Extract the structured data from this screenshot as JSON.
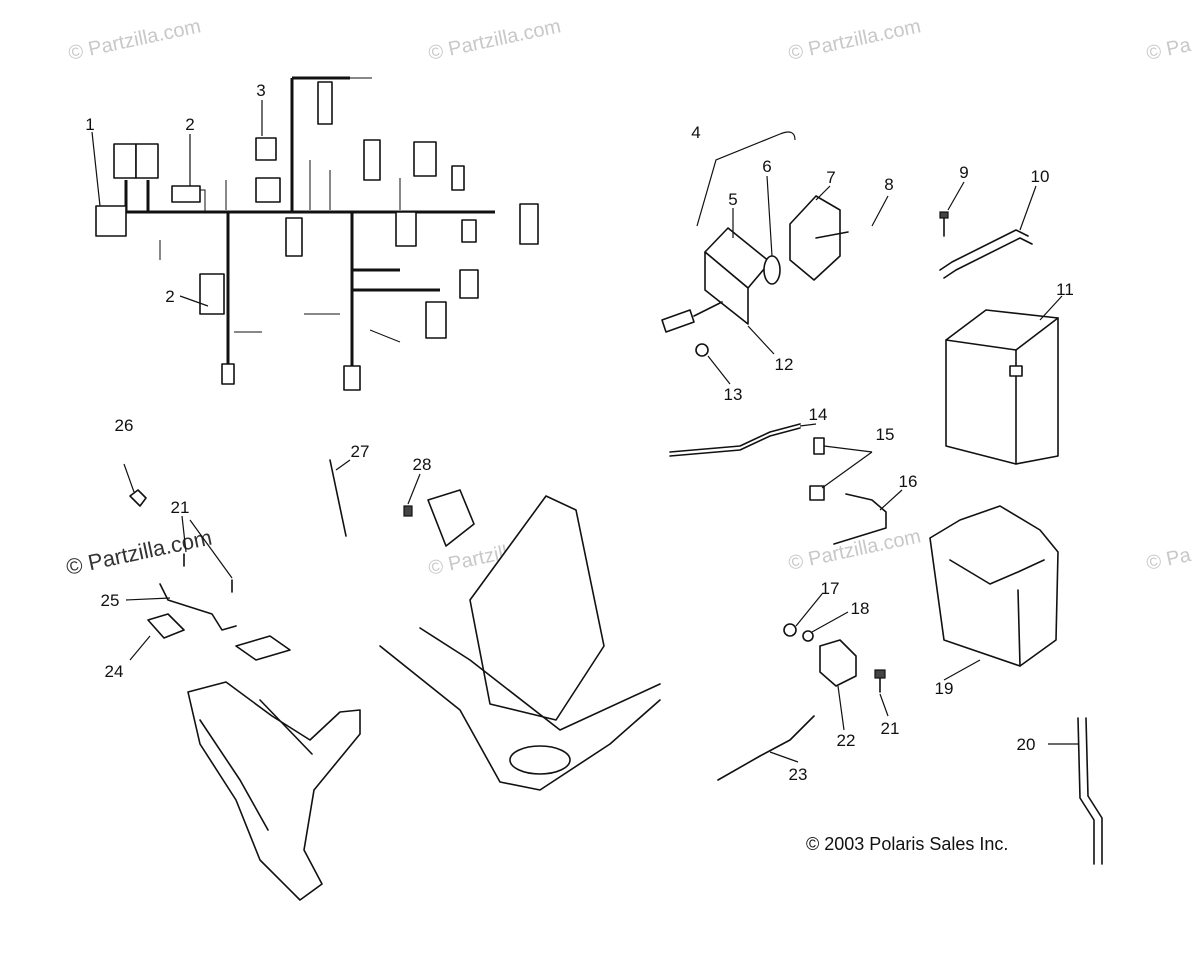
{
  "watermarks": [
    "© Partzilla.com",
    "© Partzilla.com",
    "© Partzilla.com",
    "© Pa",
    "© Partzilla.com",
    "© Partzilla.com",
    "© Partzilla.com",
    "© Pa"
  ],
  "copyright": "© 2003 Polaris Sales Inc.",
  "callouts": [
    {
      "id": "c1",
      "text": "1"
    },
    {
      "id": "c2a",
      "text": "2"
    },
    {
      "id": "c2b",
      "text": "2"
    },
    {
      "id": "c3",
      "text": "3"
    },
    {
      "id": "c4",
      "text": "4"
    },
    {
      "id": "c5",
      "text": "5"
    },
    {
      "id": "c6",
      "text": "6"
    },
    {
      "id": "c7",
      "text": "7"
    },
    {
      "id": "c8",
      "text": "8"
    },
    {
      "id": "c9",
      "text": "9"
    },
    {
      "id": "c10",
      "text": "10"
    },
    {
      "id": "c11",
      "text": "11"
    },
    {
      "id": "c12",
      "text": "12"
    },
    {
      "id": "c13",
      "text": "13"
    },
    {
      "id": "c14",
      "text": "14"
    },
    {
      "id": "c15",
      "text": "15"
    },
    {
      "id": "c16",
      "text": "16"
    },
    {
      "id": "c17",
      "text": "17"
    },
    {
      "id": "c18",
      "text": "18"
    },
    {
      "id": "c19",
      "text": "19"
    },
    {
      "id": "c20",
      "text": "20"
    },
    {
      "id": "c21a",
      "text": "21"
    },
    {
      "id": "c21b",
      "text": "21"
    },
    {
      "id": "c22",
      "text": "22"
    },
    {
      "id": "c23",
      "text": "23"
    },
    {
      "id": "c24",
      "text": "24"
    },
    {
      "id": "c25",
      "text": "25"
    },
    {
      "id": "c26",
      "text": "26"
    },
    {
      "id": "c27",
      "text": "27"
    },
    {
      "id": "c28",
      "text": "28"
    }
  ]
}
